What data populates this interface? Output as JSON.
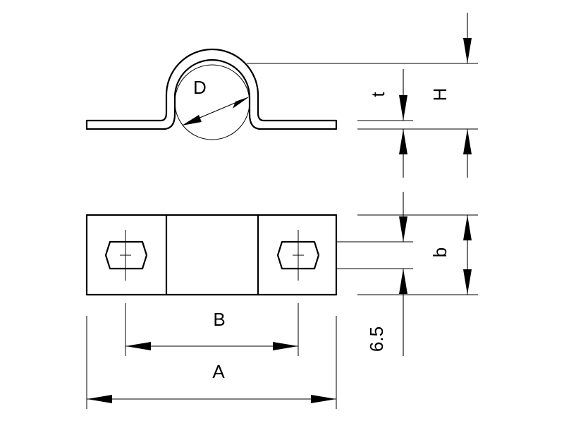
{
  "labels": {
    "D": "D",
    "t": "t",
    "H": "H",
    "b": "b",
    "B": "B",
    "A": "A",
    "slot_offset": "6.5"
  }
}
